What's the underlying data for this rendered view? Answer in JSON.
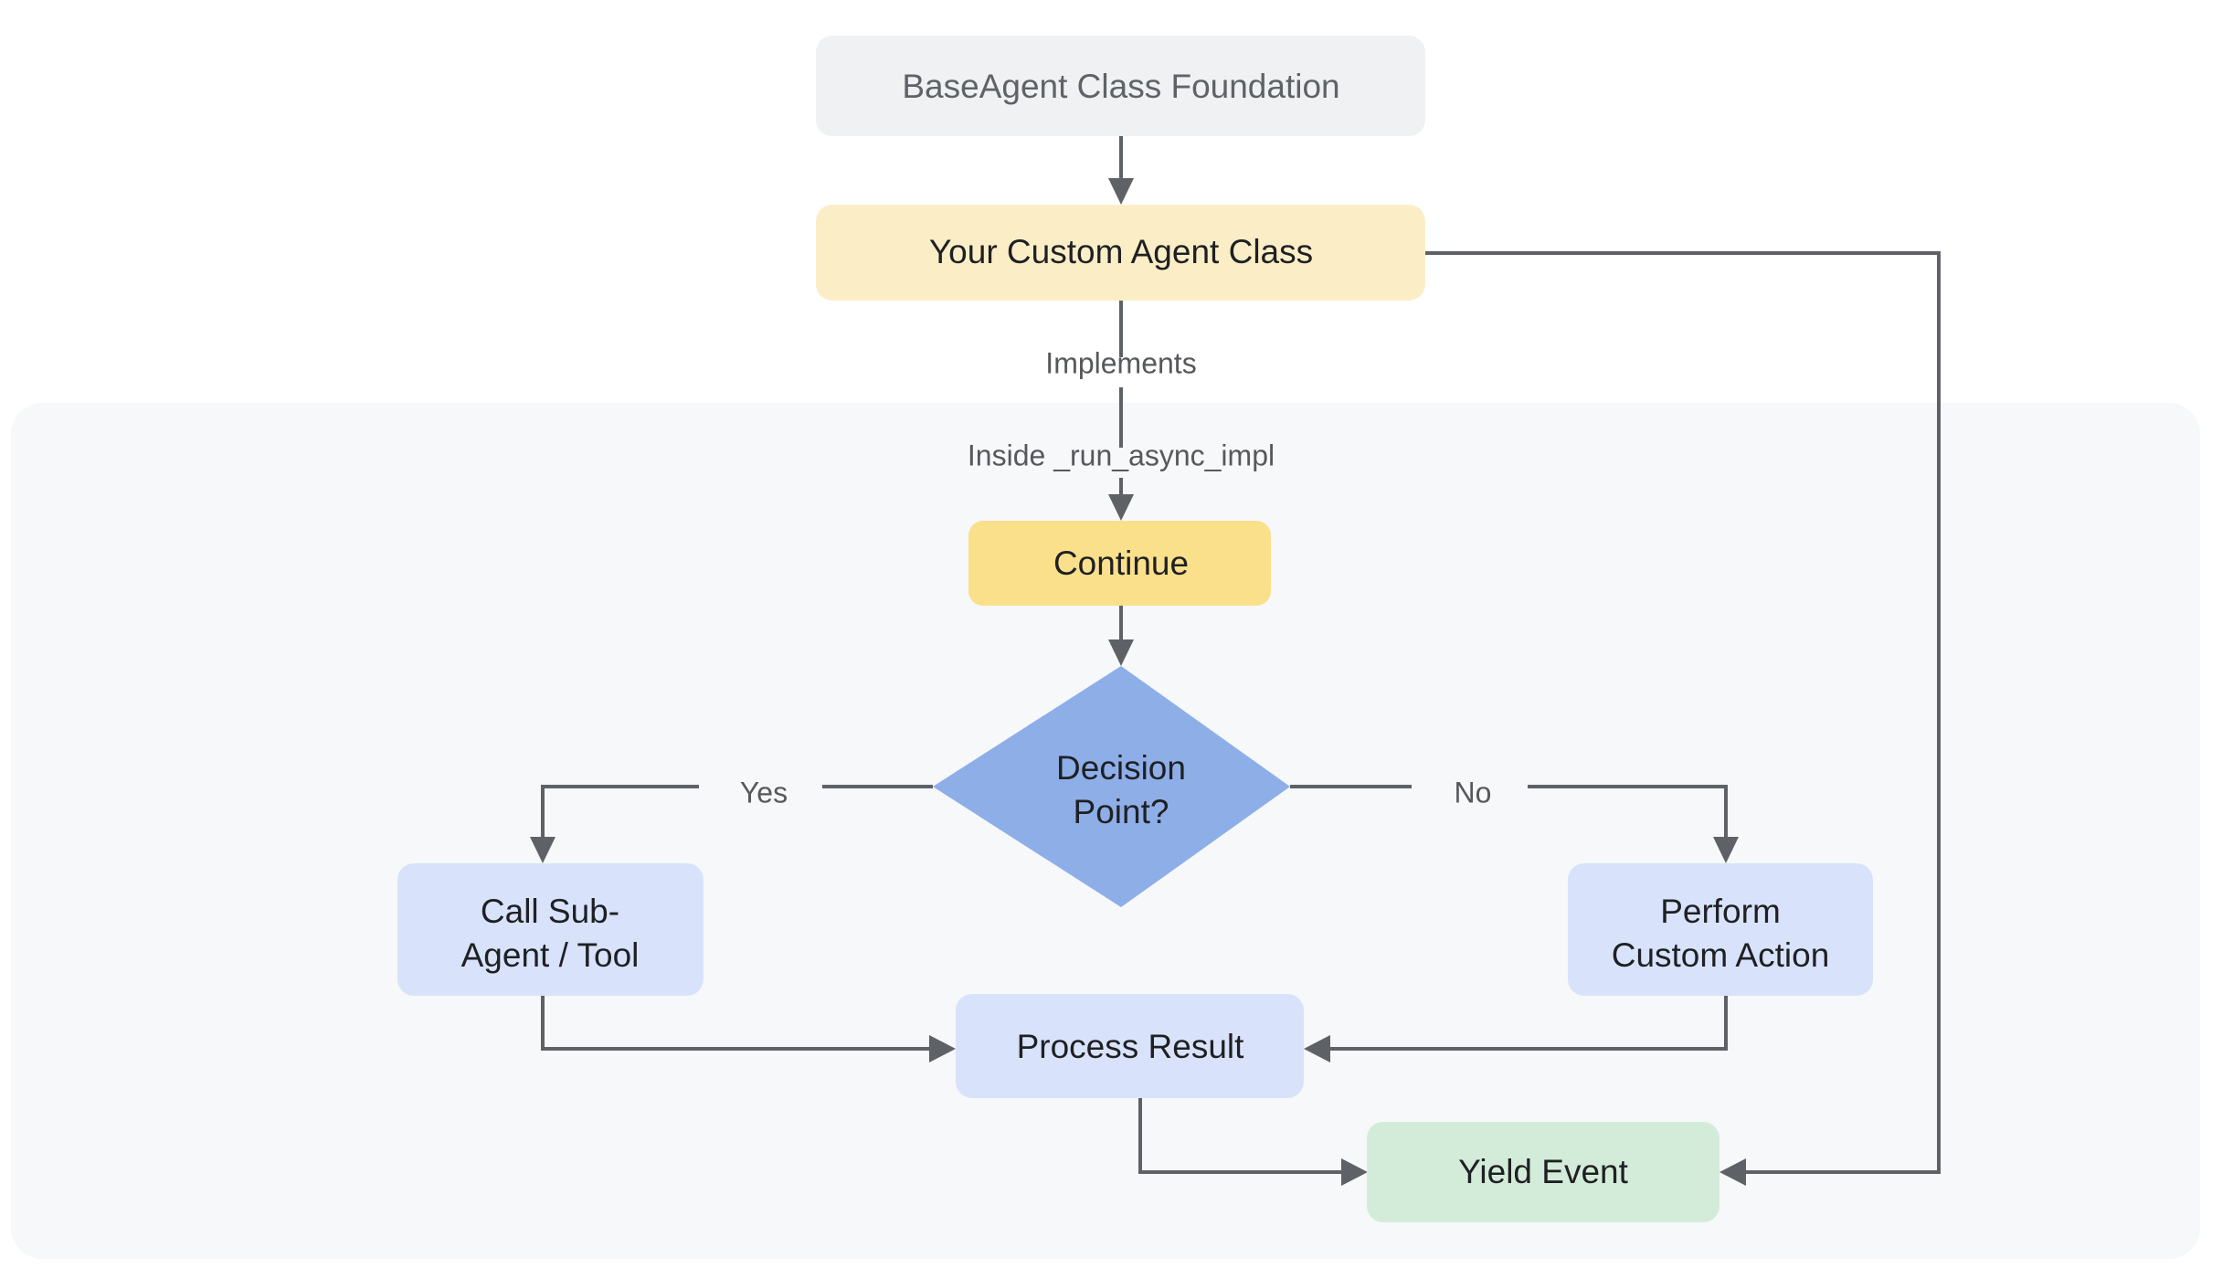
{
  "diagram": {
    "type": "flowchart",
    "title": "",
    "background_color": "#ffffff",
    "panel": {
      "name": "inside-run-async-impl-panel",
      "fill": "#f6f8fa",
      "label": ""
    },
    "palette": {
      "base_node_fill": "#eff1f3",
      "base_node_text": "#5f6368",
      "custom_agent_fill": "#fbeec7",
      "continue_fill": "#fbe08c",
      "decision_fill": "#8eaee8",
      "process_fill": "#d8e3fb",
      "yield_fill": "#d3ecda",
      "edge_color": "#5e6166",
      "edge_label_color": "#56585c",
      "node_text_color": "#1f2023"
    },
    "nodes": [
      {
        "id": "base_agent",
        "label": "BaseAgent Class Foundation",
        "shape": "rounded-rect",
        "fill": "#eff1f3",
        "text_color": "#5f6368",
        "in_panel": false
      },
      {
        "id": "custom_agent",
        "label": "Your Custom Agent Class",
        "shape": "rounded-rect",
        "fill": "#fbeec7",
        "text_color": "#1f2023",
        "in_panel": false
      },
      {
        "id": "continue",
        "label": "Continue",
        "shape": "rounded-rect",
        "fill": "#fbe08c",
        "text_color": "#1f2023",
        "in_panel": true
      },
      {
        "id": "decision",
        "label": "Decision Point?",
        "shape": "diamond",
        "fill": "#8eaee8",
        "text_color": "#1f2023",
        "in_panel": true
      },
      {
        "id": "call_sub",
        "label": "Call Sub-Agent / Tool",
        "shape": "rounded-rect",
        "fill": "#d8e3fb",
        "text_color": "#1f2023",
        "in_panel": true
      },
      {
        "id": "perform_action",
        "label": "Perform Custom Action",
        "shape": "rounded-rect",
        "fill": "#d8e3fb",
        "text_color": "#1f2023",
        "in_panel": true
      },
      {
        "id": "process",
        "label": "Process Result",
        "shape": "rounded-rect",
        "fill": "#d8e3fb",
        "text_color": "#1f2023",
        "in_panel": true
      },
      {
        "id": "yield_event",
        "label": "Yield Event",
        "shape": "rounded-rect",
        "fill": "#d3ecda",
        "text_color": "#1f2023",
        "in_panel": true
      }
    ],
    "node_labels": {
      "base_agent": "BaseAgent Class Foundation",
      "custom_agent": "Your Custom Agent Class",
      "continue": "Continue",
      "decision_line1": "Decision",
      "decision_line2": "Point?",
      "call_sub_line1": "Call Sub-",
      "call_sub_line2": "Agent / Tool",
      "perform_line1": "Perform",
      "perform_line2": "Custom Action",
      "process": "Process Result",
      "yield_event": "Yield Event"
    },
    "edges": [
      {
        "from": "base_agent",
        "to": "custom_agent",
        "label": ""
      },
      {
        "from": "custom_agent",
        "to": "continue",
        "label": "Implements"
      },
      {
        "from": "custom_agent",
        "to": "continue",
        "label": "Inside _run_async_impl"
      },
      {
        "from": "continue",
        "to": "decision",
        "label": ""
      },
      {
        "from": "decision",
        "to": "call_sub",
        "label": "Yes"
      },
      {
        "from": "decision",
        "to": "perform_action",
        "label": "No"
      },
      {
        "from": "call_sub",
        "to": "process",
        "label": ""
      },
      {
        "from": "perform_action",
        "to": "process",
        "label": ""
      },
      {
        "from": "process",
        "to": "yield_event",
        "label": ""
      },
      {
        "from": "custom_agent",
        "to": "yield_event",
        "label": ""
      }
    ],
    "edge_labels": {
      "implements": "Implements",
      "inside_run_async_impl": "Inside _run_async_impl",
      "yes": "Yes",
      "no": "No"
    }
  }
}
